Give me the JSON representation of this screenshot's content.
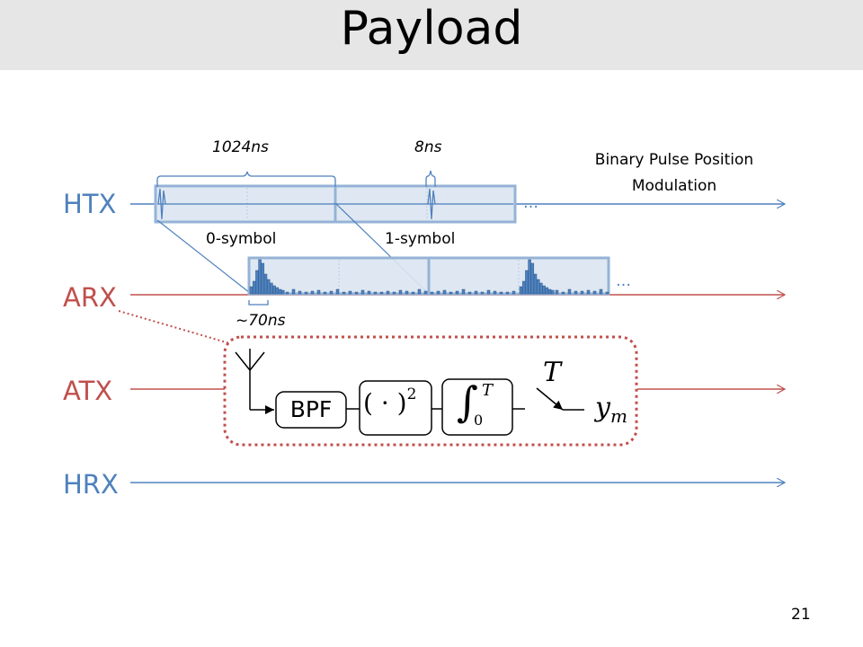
{
  "slide": {
    "title": "Payload",
    "page_number": "21"
  },
  "rows": {
    "htx": "HTX",
    "arx": "ARX",
    "atx": "ATX",
    "hrx": "HRX"
  },
  "annotations": {
    "symbol_duration": "1024ns",
    "pulse_width": "8ns",
    "zero_symbol": "0-symbol",
    "one_symbol": "1-symbol",
    "channel_spread": "~70ns",
    "ellipsis_htx": "…",
    "ellipsis_arx": "…"
  },
  "caption": {
    "line1": "Binary Pulse Position",
    "line2": "Modulation"
  },
  "receiver_block": {
    "bpf": "BPF",
    "square_base": "( · )",
    "square_exp": "2",
    "integral_sign": "∫",
    "integral_upper": "T",
    "integral_lower": "0",
    "switch_label": "T",
    "output_symbol": "y",
    "output_sub": "m"
  },
  "colors": {
    "blue": "#4f81bd",
    "red": "#c0504d",
    "box_fill": "#dbe5f1",
    "box_stroke": "#95b3d7",
    "dashed_outline": "#c0504d",
    "title_bar": "#e6e6e6"
  }
}
